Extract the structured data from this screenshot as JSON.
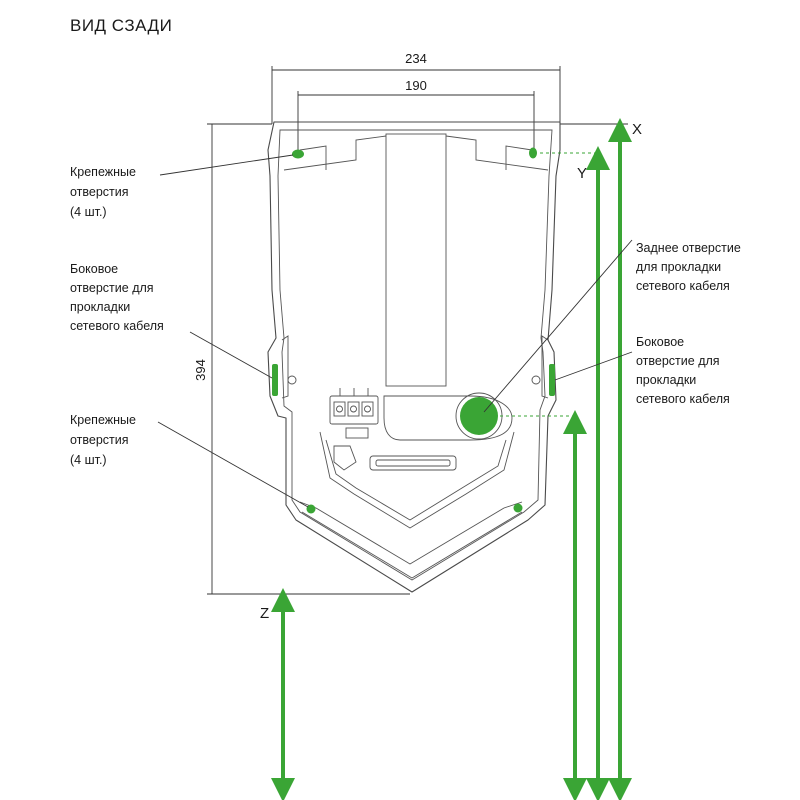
{
  "title": "ВИД СЗАДИ",
  "dimensions": {
    "outer_width": "234",
    "hole_spacing": "190",
    "height": "394"
  },
  "axes": {
    "x": "X",
    "y": "Y",
    "z": "Z"
  },
  "labels": {
    "mount_top": [
      "Крепежные",
      "отверстия",
      "(4 шт.)"
    ],
    "side_left": [
      "Боковое",
      "отверстие для",
      "прокладки",
      "сетевого кабеля"
    ],
    "mount_bottom": [
      "Крепежные",
      "отверстия",
      "(4 шт.)"
    ],
    "rear_hole": [
      "Заднее отверстие",
      "для прокладки",
      "сетевого кабеля"
    ],
    "side_right": [
      "Боковое",
      "отверстие для",
      "прокладки",
      "сетевого кабеля"
    ]
  },
  "colors": {
    "accent": "#3aa535",
    "line": "#4a4a4a"
  }
}
